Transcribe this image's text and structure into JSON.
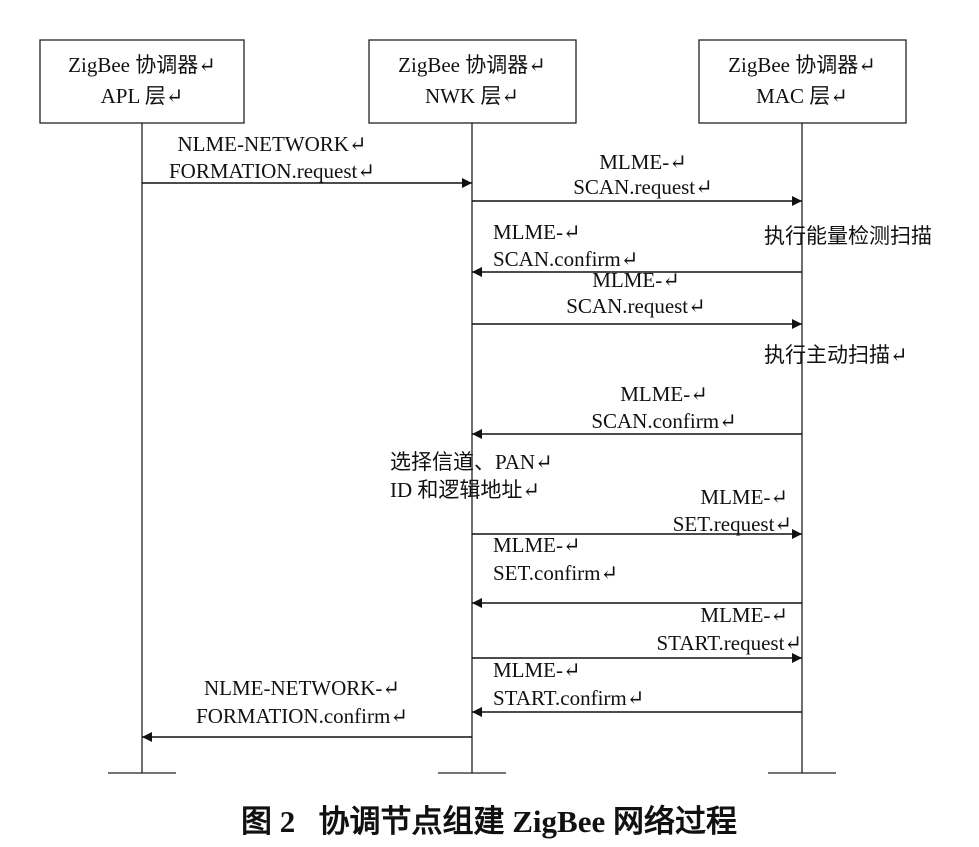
{
  "participants": [
    {
      "id": "apl",
      "line1": "ZigBee 协调器↵",
      "line2": "APL 层↵"
    },
    {
      "id": "nwk",
      "line1": "ZigBee 协调器↵",
      "line2": "NWK 层↵"
    },
    {
      "id": "mac",
      "line1": "ZigBee 协调器↵",
      "line2": "MAC 层↵"
    }
  ],
  "messages": [
    {
      "from": "apl",
      "to": "nwk",
      "line1": "NLME-NETWORK↵",
      "line2": "FORMATION.request↵"
    },
    {
      "from": "nwk",
      "to": "mac",
      "line1": "MLME-↵",
      "line2": "SCAN.request↵"
    },
    {
      "from": "mac",
      "to": "nwk",
      "line1": "MLME-↵",
      "line2": "SCAN.confirm↵"
    },
    {
      "from": "nwk",
      "to": "mac",
      "line1": "MLME-↵",
      "line2": "SCAN.request↵"
    },
    {
      "from": "mac",
      "to": "nwk",
      "line1": "MLME-↵",
      "line2": "SCAN.confirm↵"
    },
    {
      "from": "nwk",
      "to": "mac",
      "line1": "MLME-↵",
      "line2": "SET.request↵"
    },
    {
      "from": "mac",
      "to": "nwk",
      "line1": "MLME-↵",
      "line2": "SET.confirm↵"
    },
    {
      "from": "nwk",
      "to": "mac",
      "line1": "MLME-↵",
      "line2": "START.request↵"
    },
    {
      "from": "mac",
      "to": "nwk",
      "line1": "MLME-↵",
      "line2": "START.confirm↵"
    },
    {
      "from": "nwk",
      "to": "apl",
      "line1": "NLME-NETWORK-↵",
      "line2": "FORMATION.confirm↵"
    }
  ],
  "notes": [
    {
      "text": "执行能量检测扫描"
    },
    {
      "text": "执行主动扫描↵"
    },
    {
      "line1": "选择信道、PAN↵",
      "line2": "ID 和逻辑地址↵"
    }
  ],
  "caption": "图 2   协调节点组建 ZigBee 网络过程"
}
